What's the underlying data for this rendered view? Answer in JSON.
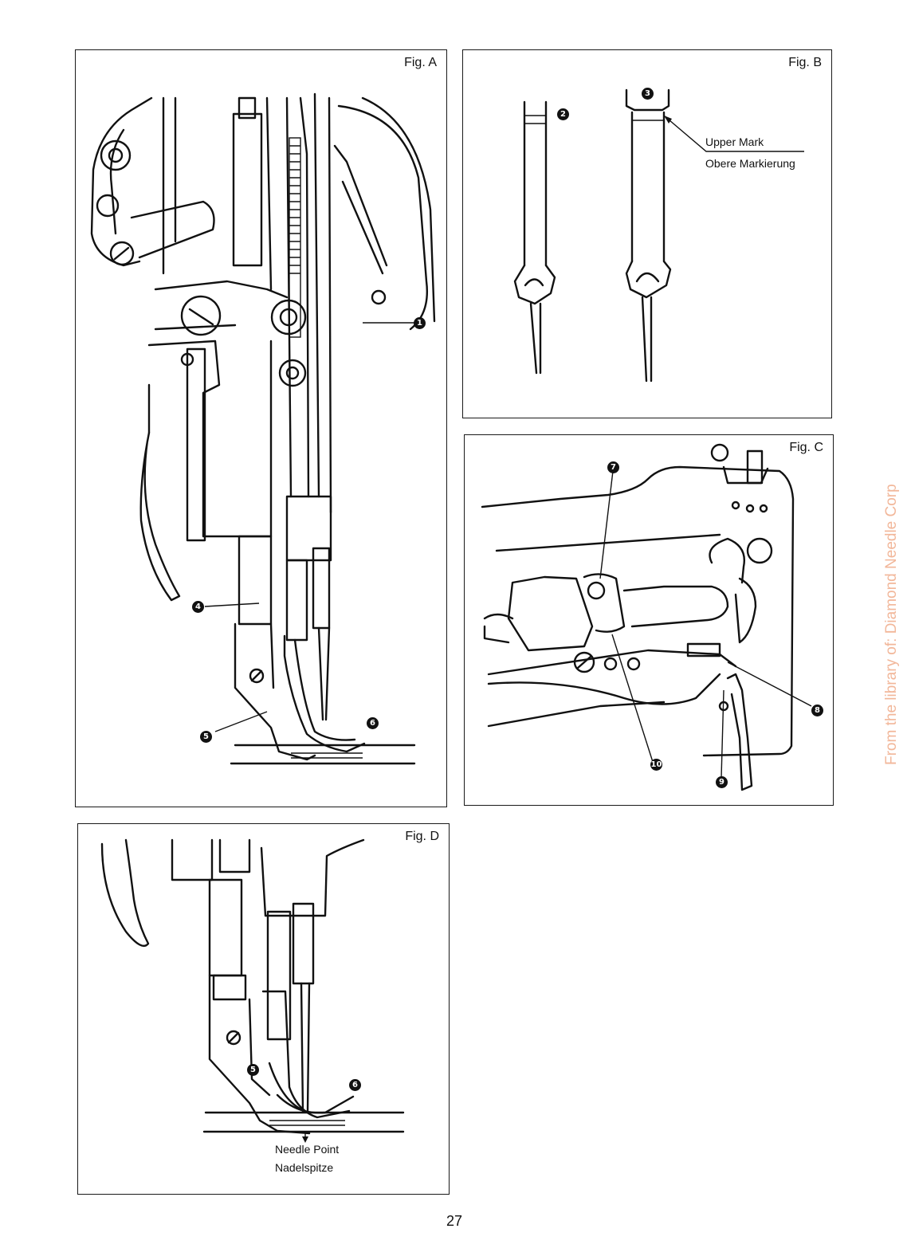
{
  "figures": {
    "a": {
      "label": "Fig. A",
      "callouts": [
        "1",
        "4",
        "5",
        "6"
      ]
    },
    "b": {
      "label": "Fig. B",
      "callouts": [
        "2",
        "3"
      ],
      "upper_mark_en": "Upper Mark",
      "upper_mark_de": "Obere Markierung"
    },
    "c": {
      "label": "Fig. C",
      "callouts": [
        "7",
        "8",
        "9",
        "10"
      ]
    },
    "d": {
      "label": "Fig. D",
      "callouts": [
        "5",
        "6"
      ],
      "needle_point_en": "Needle Point",
      "needle_point_de": "Nadelspitze"
    }
  },
  "page_number": "27",
  "watermark": "From the library of: Diamond Needle Corp"
}
